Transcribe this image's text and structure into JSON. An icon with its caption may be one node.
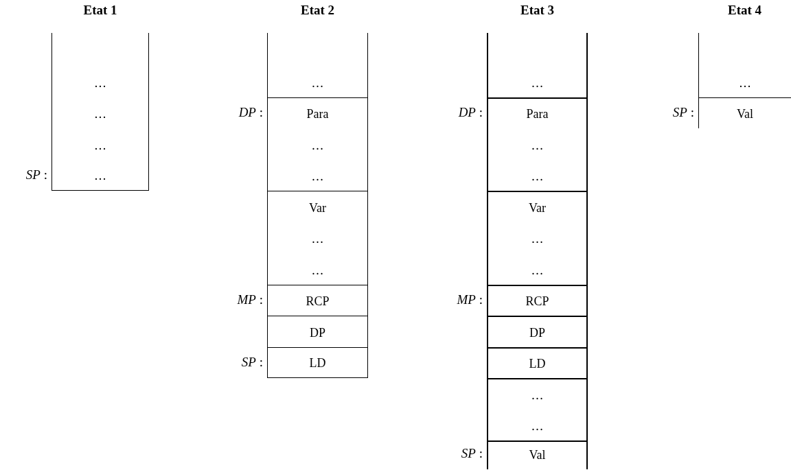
{
  "diagram": {
    "nodes": [
      {
        "text": [
          "Etat 1"
        ]
      },
      {
        "text": [
          "…"
        ],
        "in": 0
      },
      {
        "text": [
          "…"
        ],
        "in": 0
      },
      {
        "text": [
          "…"
        ],
        "in": 0
      },
      {
        "text": [
          "…"
        ],
        "in": 0,
        "beside": [
          "*SP* :"
        ]
      },
      {
        "text": [
          "Etat 2"
        ]
      },
      {
        "text": [
          "…"
        ],
        "in": 5
      },
      {
        "text": [
          "Para"
        ],
        "in": 5,
        "beside": [
          "*DP* :"
        ]
      },
      {
        "text": [
          "…"
        ],
        "in": 5
      },
      {
        "text": [
          "…"
        ],
        "in": 5
      },
      {
        "text": [
          "Var"
        ],
        "in": 5
      },
      {
        "text": [
          "…"
        ],
        "in": 5
      },
      {
        "text": [
          "…"
        ],
        "in": 5
      },
      {
        "text": [
          "RCP"
        ],
        "in": 5,
        "beside": [
          "*MP* :"
        ]
      },
      {
        "text": [
          "DP"
        ],
        "in": 5
      },
      {
        "text": [
          "LD"
        ],
        "in": 5,
        "beside": [
          "*SP* :"
        ]
      },
      {
        "text": [
          "Etat 3"
        ]
      },
      {
        "text": [
          "…"
        ],
        "in": 16
      },
      {
        "text": [
          "Para"
        ],
        "in": 16,
        "beside": [
          "*DP* :"
        ]
      },
      {
        "text": [
          "…"
        ],
        "in": 16
      },
      {
        "text": [
          "…"
        ],
        "in": 16
      },
      {
        "text": [
          "Var"
        ],
        "in": 16
      },
      {
        "text": [
          "…"
        ],
        "in": 16
      },
      {
        "text": [
          "…"
        ],
        "in": 16
      },
      {
        "text": [
          "RCP"
        ],
        "in": 16,
        "beside": [
          "*MP* :"
        ]
      },
      {
        "text": [
          "DP"
        ],
        "in": 16
      },
      {
        "text": [
          "LD"
        ],
        "in": 16
      },
      {
        "text": [
          "…"
        ],
        "in": 16
      },
      {
        "text": [
          "…"
        ],
        "in": 16
      },
      {
        "text": [
          "Val"
        ],
        "in": 16,
        "beside": [
          "*SP* :"
        ]
      },
      {
        "text": [
          "Etat 4"
        ]
      },
      {
        "text": [
          "…"
        ],
        "in": 30
      },
      {
        "text": [
          "Val"
        ],
        "in": 30,
        "beside": [
          "*SP* :"
        ]
      }
    ]
  }
}
